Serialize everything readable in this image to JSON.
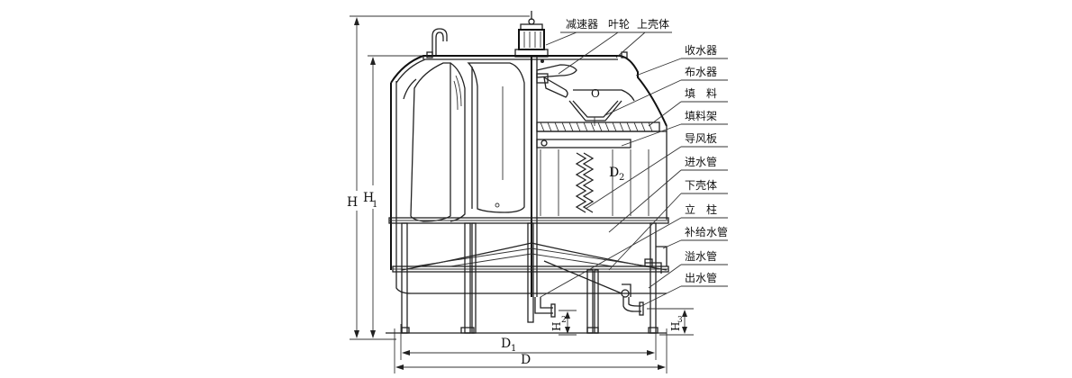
{
  "diagram": {
    "labels_top": {
      "reducer": "减速器",
      "impeller": "叶轮",
      "upper_shell": "上壳体"
    },
    "labels_right": [
      "收水器",
      "布水器",
      "填　料",
      "填料架",
      "导风板",
      "进水管",
      "下壳体",
      "立　柱",
      "补给水管",
      "溢水管",
      "出水管"
    ],
    "dimensions": {
      "H": "H",
      "H1": "H",
      "H1_sub": "1",
      "H2": "H",
      "H2_sub": "2",
      "H3": "H",
      "H3_sub": "3",
      "D": "D",
      "D1": "D",
      "D1_sub": "1",
      "D2": "D",
      "D2_sub": "2",
      "O_mark": "O"
    }
  }
}
